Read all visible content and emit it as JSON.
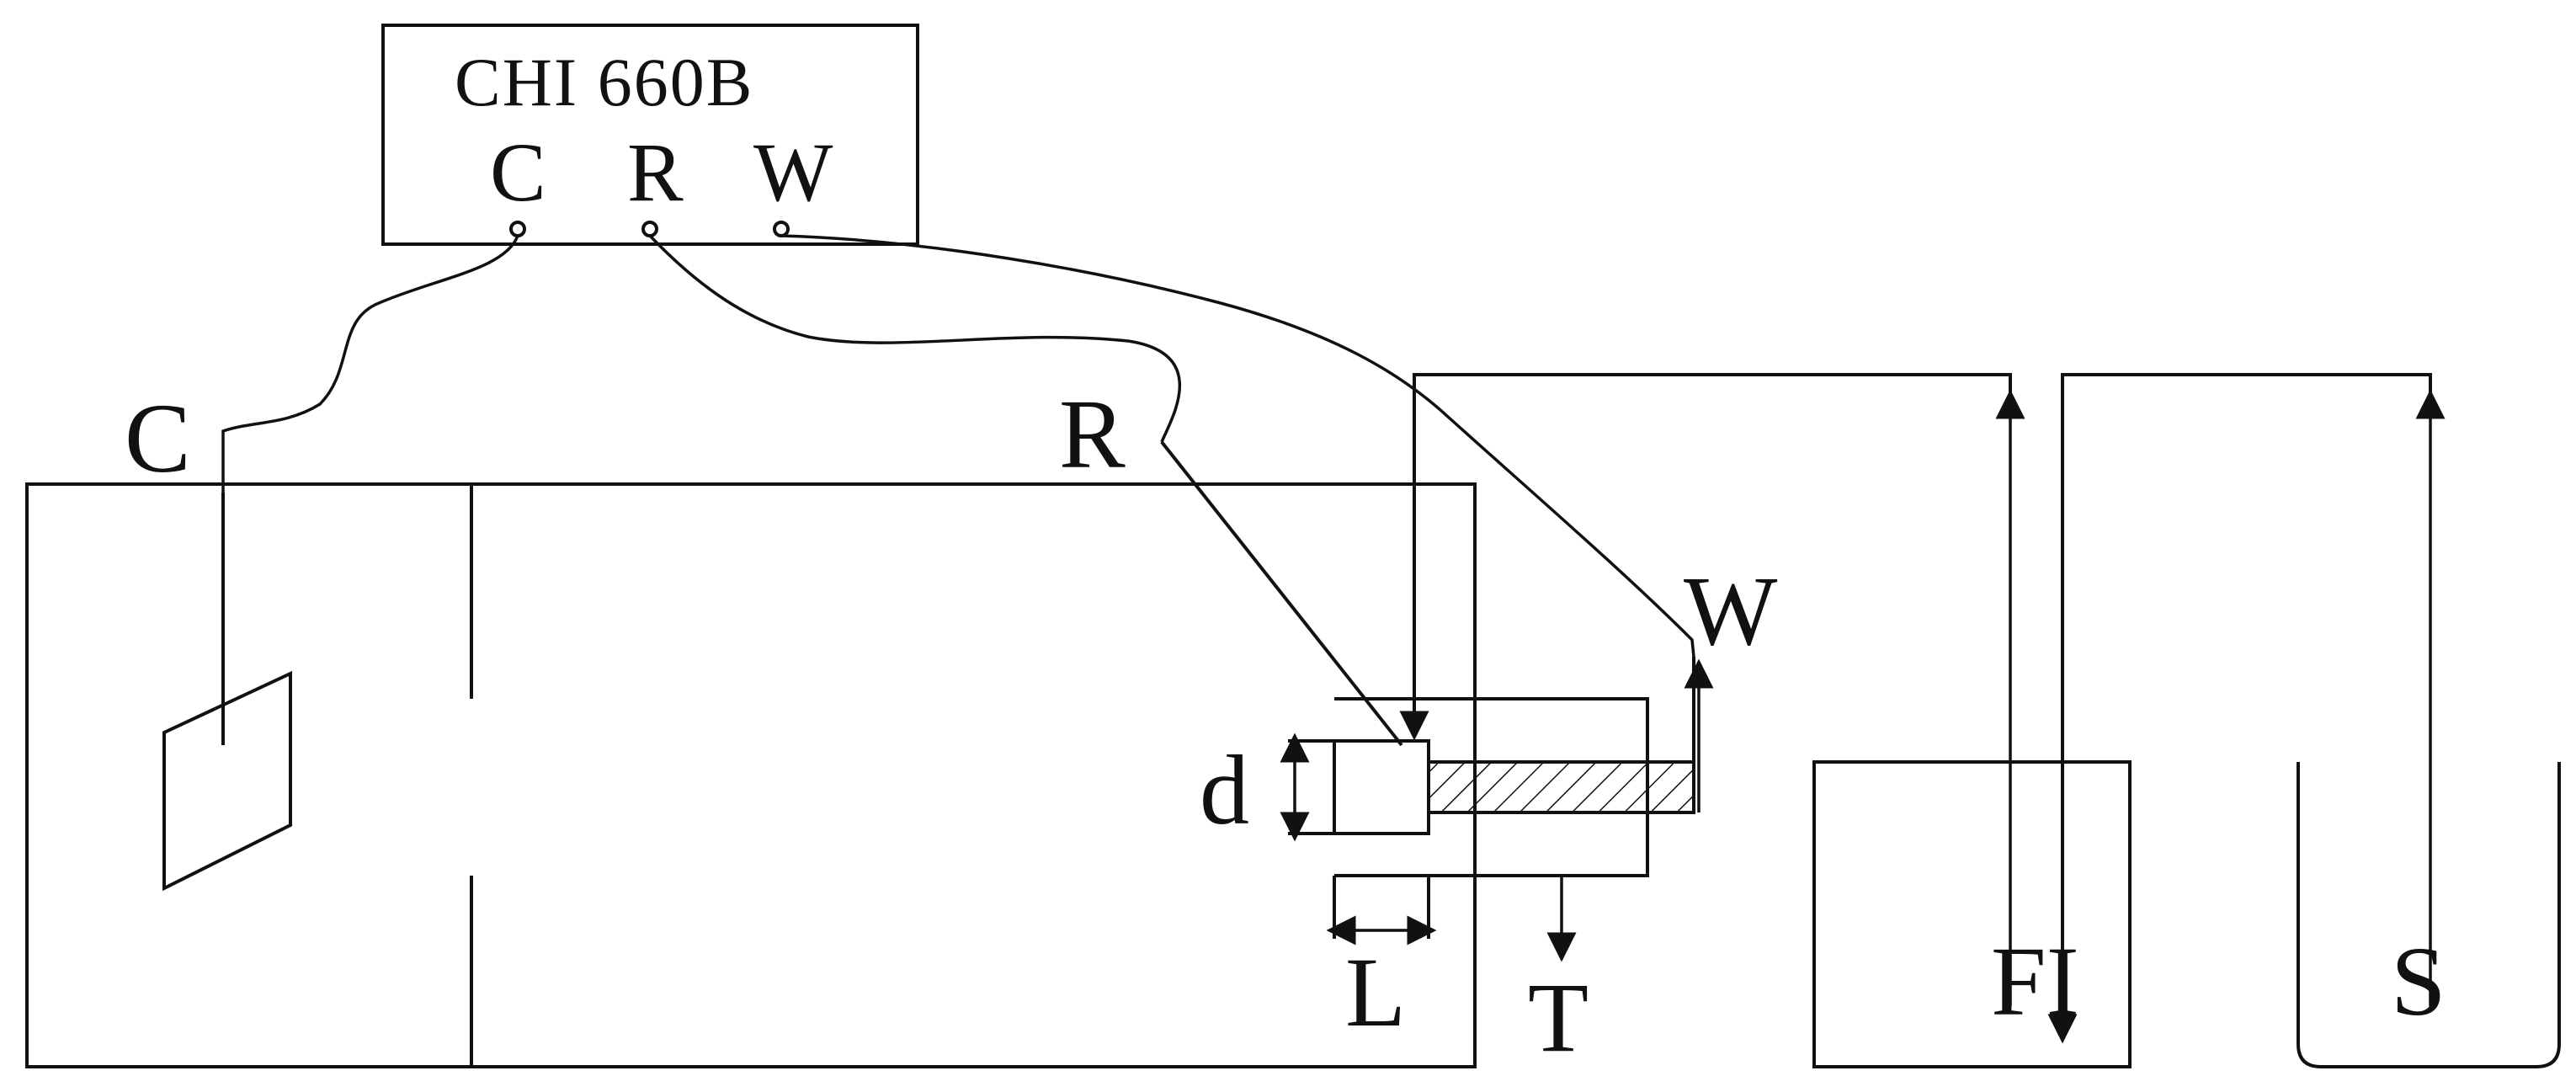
{
  "instrument": {
    "name": "CHI  660B",
    "terminals": [
      "C",
      "R",
      "W"
    ]
  },
  "labels": {
    "counter_electrode": "C",
    "reference_electrode": "R",
    "working_electrode": "W",
    "diameter": "d",
    "length": "L",
    "temperature": "T",
    "flow_instrument": "FI",
    "solution": "S"
  }
}
